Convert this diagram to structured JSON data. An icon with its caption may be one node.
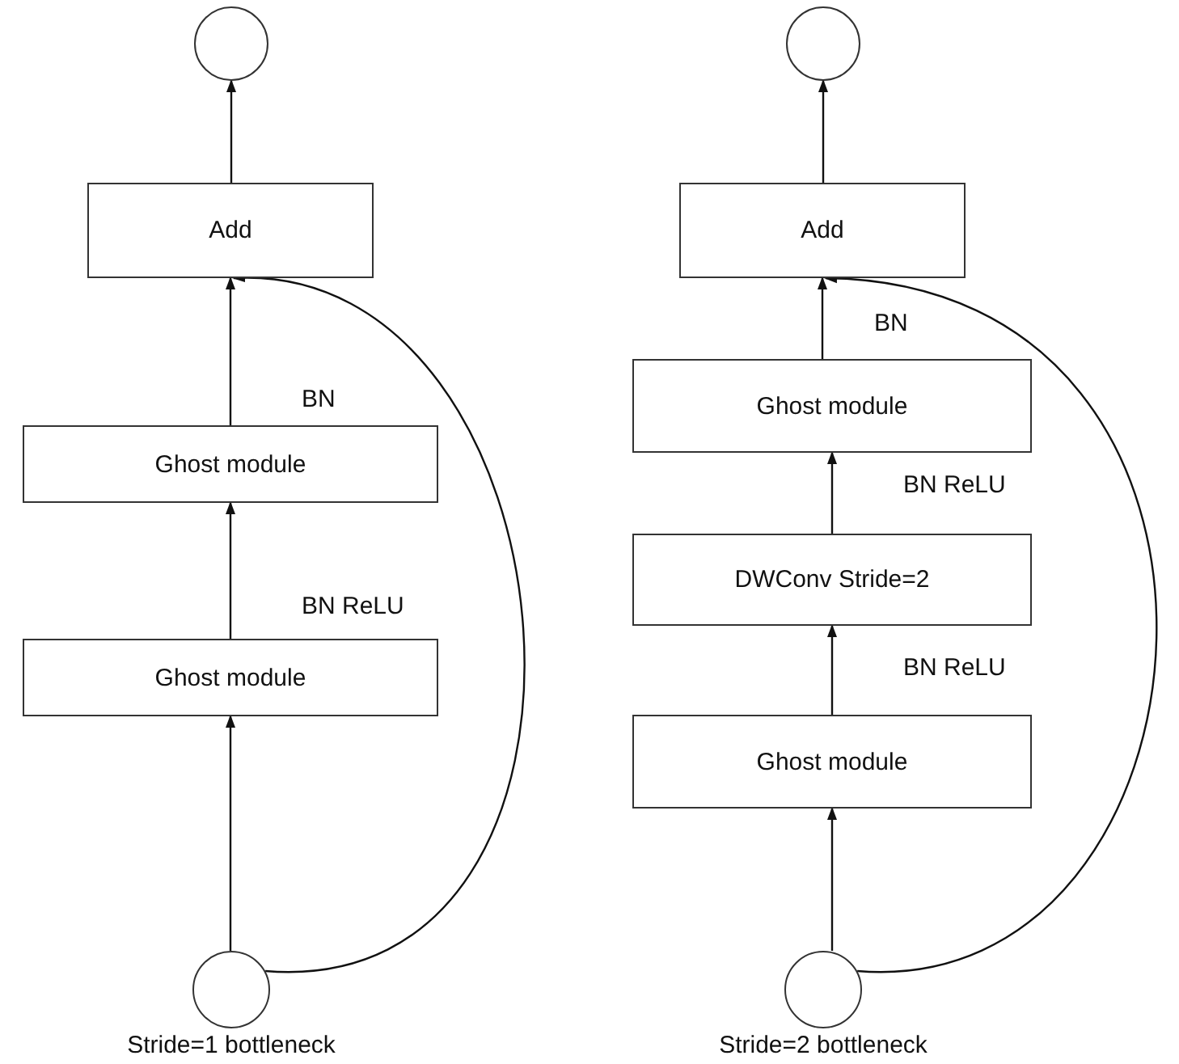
{
  "diagram": {
    "nodes": [
      {
        "text": [],
        "shape": "circle"
      },
      {
        "text": [
          "Add"
        ]
      },
      {
        "text": [
          "Ghost module"
        ]
      },
      {
        "text": [
          "Ghost module"
        ]
      },
      {
        "text": [],
        "shape": "circle",
        "beside": [
          "Stride=1 bottleneck"
        ]
      },
      {
        "text": [],
        "shape": "circle"
      },
      {
        "text": [
          "Add"
        ]
      },
      {
        "text": [
          "Ghost module"
        ]
      },
      {
        "text": [
          "DWConv Stride=2"
        ]
      },
      {
        "text": [
          "Ghost module"
        ]
      },
      {
        "text": [],
        "shape": "circle",
        "beside": [
          "Stride=2 bottleneck"
        ]
      }
    ],
    "edges": [
      {
        "from": 4,
        "to": 3,
        "arrow": "to"
      },
      {
        "from": 3,
        "to": 2,
        "arrow": "to",
        "label": "BN ReLU"
      },
      {
        "from": 2,
        "to": 1,
        "arrow": "to",
        "label": "BN"
      },
      {
        "from": 1,
        "to": 0,
        "arrow": "to"
      },
      {
        "from": 4,
        "to": 1,
        "arrow": "to"
      },
      {
        "from": 10,
        "to": 9,
        "arrow": "to"
      },
      {
        "from": 9,
        "to": 8,
        "arrow": "to",
        "label": "BN ReLU"
      },
      {
        "from": 8,
        "to": 7,
        "arrow": "to",
        "label": "BN ReLU"
      },
      {
        "from": 7,
        "to": 6,
        "arrow": "to",
        "label": "BN"
      },
      {
        "from": 6,
        "to": 5,
        "arrow": "to"
      },
      {
        "from": 10,
        "to": 6,
        "arrow": "to"
      }
    ]
  }
}
